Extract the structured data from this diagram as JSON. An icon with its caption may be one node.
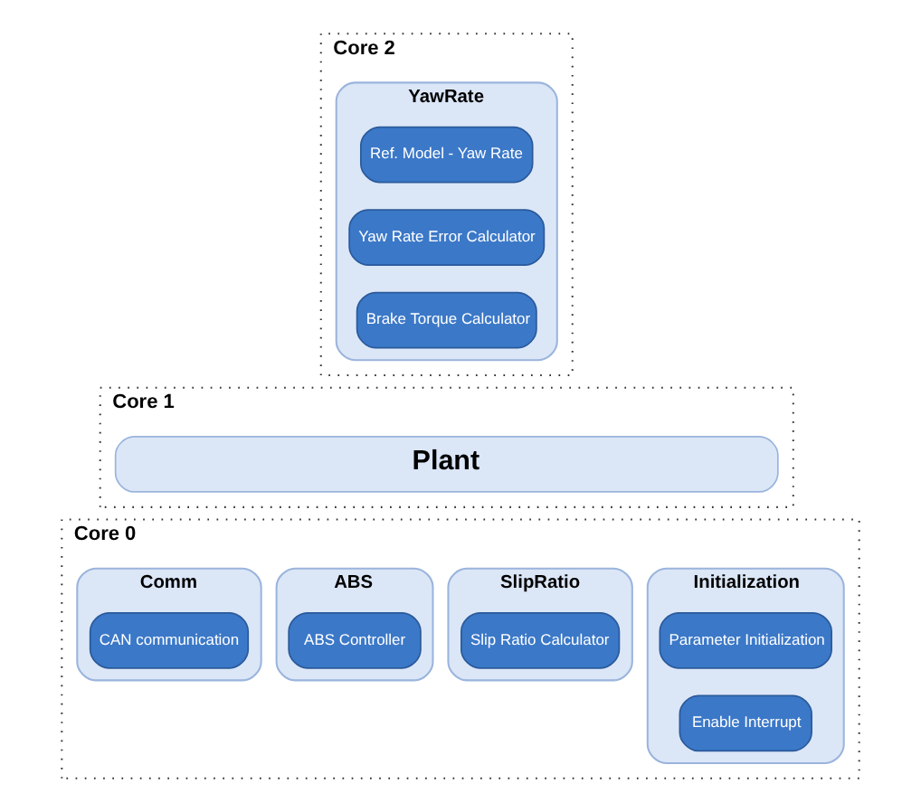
{
  "diagram": {
    "nodes": [
      {
        "text": [
          "Core 2"
        ]
      },
      {
        "text": [
          "YawRate"
        ],
        "in": 0
      },
      {
        "text": [
          "Ref. Model - Yaw Rate"
        ],
        "in": 1
      },
      {
        "text": [
          "Yaw Rate Error Calculator"
        ],
        "in": 1
      },
      {
        "text": [
          "Brake Torque Calculator"
        ],
        "in": 1
      },
      {
        "text": [
          "Core 1"
        ]
      },
      {
        "text": [
          "Plant"
        ],
        "in": 5
      },
      {
        "text": [
          "Core 0"
        ]
      },
      {
        "text": [
          "Initialization"
        ],
        "in": 7
      },
      {
        "text": [
          "Parameter Initialization"
        ],
        "in": 8
      },
      {
        "text": [
          "Enable Interrupt"
        ],
        "in": 8
      },
      {
        "text": [
          "SlipRatio"
        ],
        "in": 7
      },
      {
        "text": [
          "Slip Ratio Calculator"
        ],
        "in": 11
      },
      {
        "text": [
          "ABS"
        ],
        "in": 7
      },
      {
        "text": [
          "ABS Controller"
        ],
        "in": 13
      },
      {
        "text": [
          "Comm"
        ],
        "in": 7
      },
      {
        "text": [
          "CAN communication"
        ],
        "in": 15
      }
    ]
  }
}
